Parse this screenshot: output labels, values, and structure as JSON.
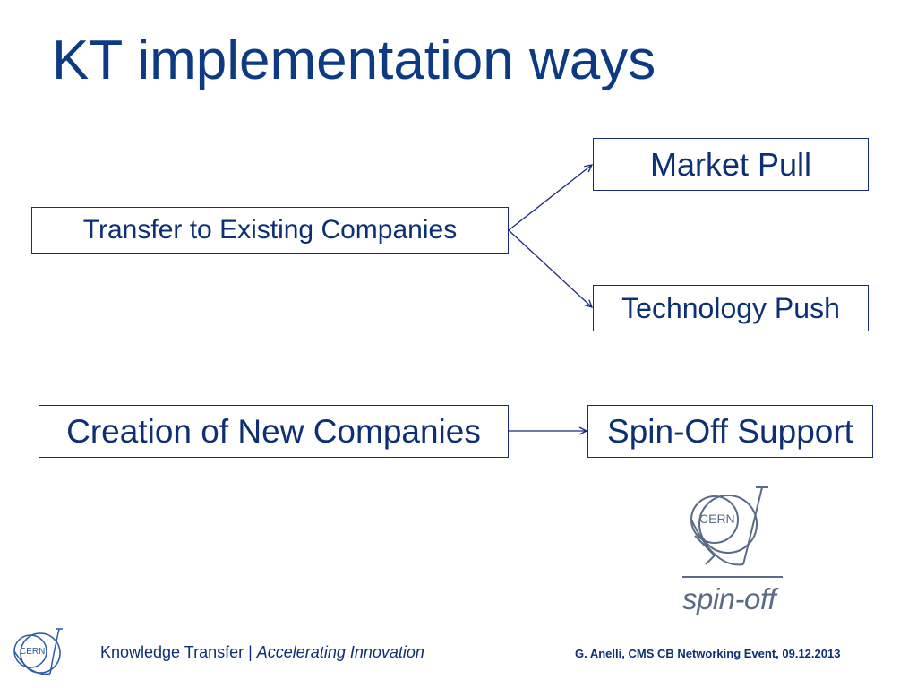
{
  "title": "KT implementation ways",
  "boxes": {
    "transfer": "Transfer to Existing Companies",
    "market_pull": "Market Pull",
    "technology_push": "Technology Push",
    "creation": "Creation of New Companies",
    "spin_off_support": "Spin-Off Support"
  },
  "spinoff_logo": {
    "logo_text": "CERN",
    "caption": "spin-off"
  },
  "footer": {
    "logo_text": "CERN",
    "left_regular": "Knowledge Transfer | ",
    "left_italic": "Accelerating Innovation",
    "right": "G. Anelli, CMS CB Networking Event, 09.12.2013"
  },
  "colors": {
    "title": "#0d3a83",
    "text": "#0d2f73",
    "box_border": "#1a2a80",
    "logo": "#5a6b86",
    "divider": "#8fb3d9"
  }
}
